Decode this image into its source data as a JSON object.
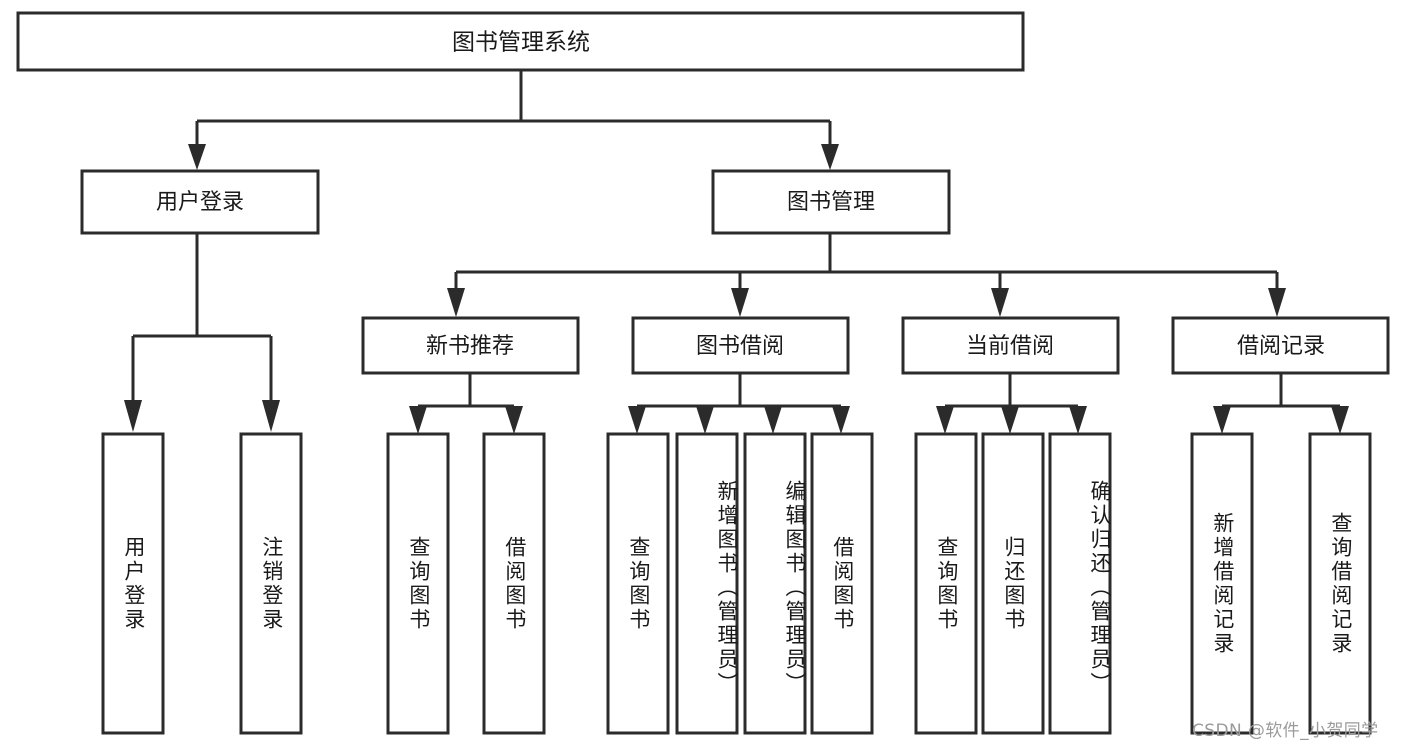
{
  "diagram": {
    "type": "tree-flowchart",
    "title": "图书管理系统",
    "orientation": "top-down",
    "root": {
      "id": "root",
      "label": "图书管理系统"
    },
    "level2": [
      {
        "id": "user-login",
        "label": "用户登录"
      },
      {
        "id": "book-manage",
        "label": "图书管理"
      }
    ],
    "level3": [
      {
        "id": "new-book-recommend",
        "label": "新书推荐",
        "parent": "book-manage"
      },
      {
        "id": "book-borrow",
        "label": "图书借阅",
        "parent": "book-manage"
      },
      {
        "id": "current-borrow",
        "label": "当前借阅",
        "parent": "book-manage"
      },
      {
        "id": "borrow-record",
        "label": "借阅记录",
        "parent": "book-manage"
      }
    ],
    "leaves": [
      {
        "id": "leaf-user-login",
        "label": "用户登录",
        "parent": "user-login"
      },
      {
        "id": "leaf-logout-login",
        "label": "注销登录",
        "parent": "user-login"
      },
      {
        "id": "leaf-query-book-1",
        "label": "查询图书",
        "parent": "new-book-recommend"
      },
      {
        "id": "leaf-borrow-book-1",
        "label": "借阅图书",
        "parent": "new-book-recommend"
      },
      {
        "id": "leaf-query-book-2",
        "label": "查询图书",
        "parent": "book-borrow"
      },
      {
        "id": "leaf-add-book",
        "label": "新增图书（管理员）",
        "parent": "book-borrow"
      },
      {
        "id": "leaf-edit-book",
        "label": "编辑图书（管理员）",
        "parent": "book-borrow"
      },
      {
        "id": "leaf-borrow-book-2",
        "label": "借阅图书",
        "parent": "book-borrow"
      },
      {
        "id": "leaf-query-book-3",
        "label": "查询图书",
        "parent": "current-borrow"
      },
      {
        "id": "leaf-return-book",
        "label": "归还图书",
        "parent": "current-borrow"
      },
      {
        "id": "leaf-confirm-return",
        "label": "确认归还（管理员）",
        "parent": "current-borrow"
      },
      {
        "id": "leaf-add-borrow-record",
        "label": "新增借阅记录",
        "parent": "borrow-record"
      },
      {
        "id": "leaf-query-borrow-record",
        "label": "查询借阅记录",
        "parent": "borrow-record"
      }
    ],
    "colors": {
      "stroke": "#2b2b2b",
      "fill": "#ffffff",
      "text": "#1a1a1a",
      "watermark": "#9b9b9b"
    }
  },
  "watermark": {
    "text": "CSDN @软件_小贺同学"
  }
}
